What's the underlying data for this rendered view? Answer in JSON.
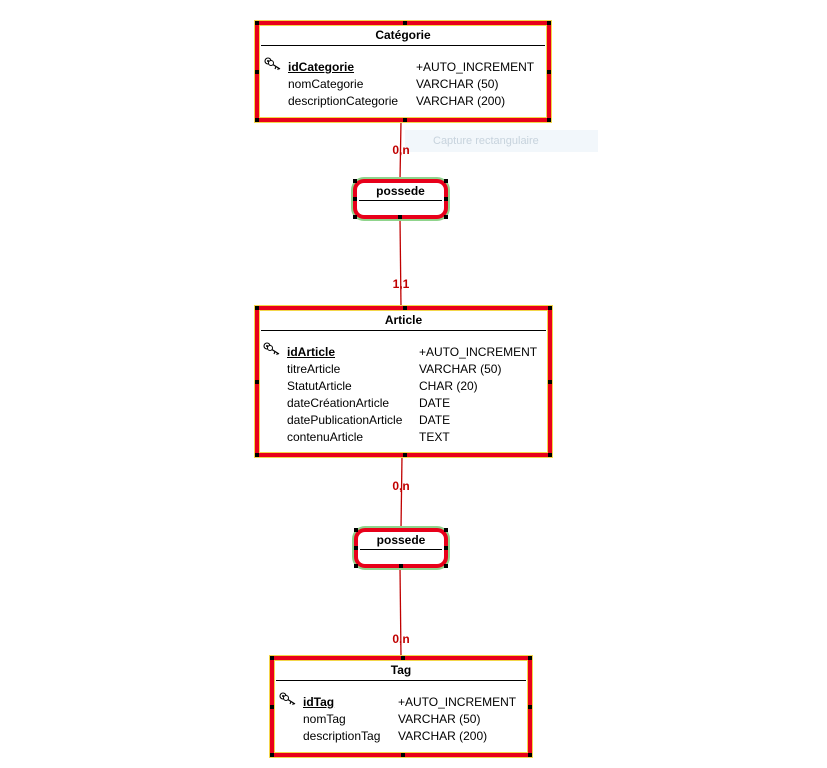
{
  "colors": {
    "border": "#e8001a",
    "halo": "#f3d64a",
    "assoc_halo": "#8fd48c",
    "link": "#c00000",
    "cardinality": "#c00000"
  },
  "overlay": {
    "label": "Capture rectangulaire"
  },
  "entities": {
    "categorie": {
      "title": "Catégorie",
      "attributes": [
        {
          "name": "idCategorie",
          "type": "+AUTO_INCREMENT",
          "pk": true
        },
        {
          "name": "nomCategorie",
          "type": "VARCHAR (50)",
          "pk": false
        },
        {
          "name": "descriptionCategorie",
          "type": "VARCHAR (200)",
          "pk": false
        }
      ]
    },
    "article": {
      "title": "Article",
      "attributes": [
        {
          "name": "idArticle",
          "type": "+AUTO_INCREMENT",
          "pk": true
        },
        {
          "name": "titreArticle",
          "type": "VARCHAR (50)",
          "pk": false
        },
        {
          "name": "StatutArticle",
          "type": "CHAR (20)",
          "pk": false
        },
        {
          "name": "dateCréationArticle",
          "type": "DATE",
          "pk": false
        },
        {
          "name": "datePublicationArticle",
          "type": "DATE",
          "pk": false
        },
        {
          "name": "contenuArticle",
          "type": "TEXT",
          "pk": false
        }
      ]
    },
    "tag": {
      "title": "Tag",
      "attributes": [
        {
          "name": "idTag",
          "type": "+AUTO_INCREMENT",
          "pk": true
        },
        {
          "name": "nomTag",
          "type": "VARCHAR (50)",
          "pk": false
        },
        {
          "name": "descriptionTag",
          "type": "VARCHAR (200)",
          "pk": false
        }
      ]
    }
  },
  "associations": {
    "possede_1": {
      "label": "possede"
    },
    "possede_2": {
      "label": "possede"
    }
  },
  "cardinalities": {
    "categorie_possede": "0,n",
    "article_possede_1": "1,1",
    "article_possede_2": "0,n",
    "tag_possede": "0,n"
  }
}
